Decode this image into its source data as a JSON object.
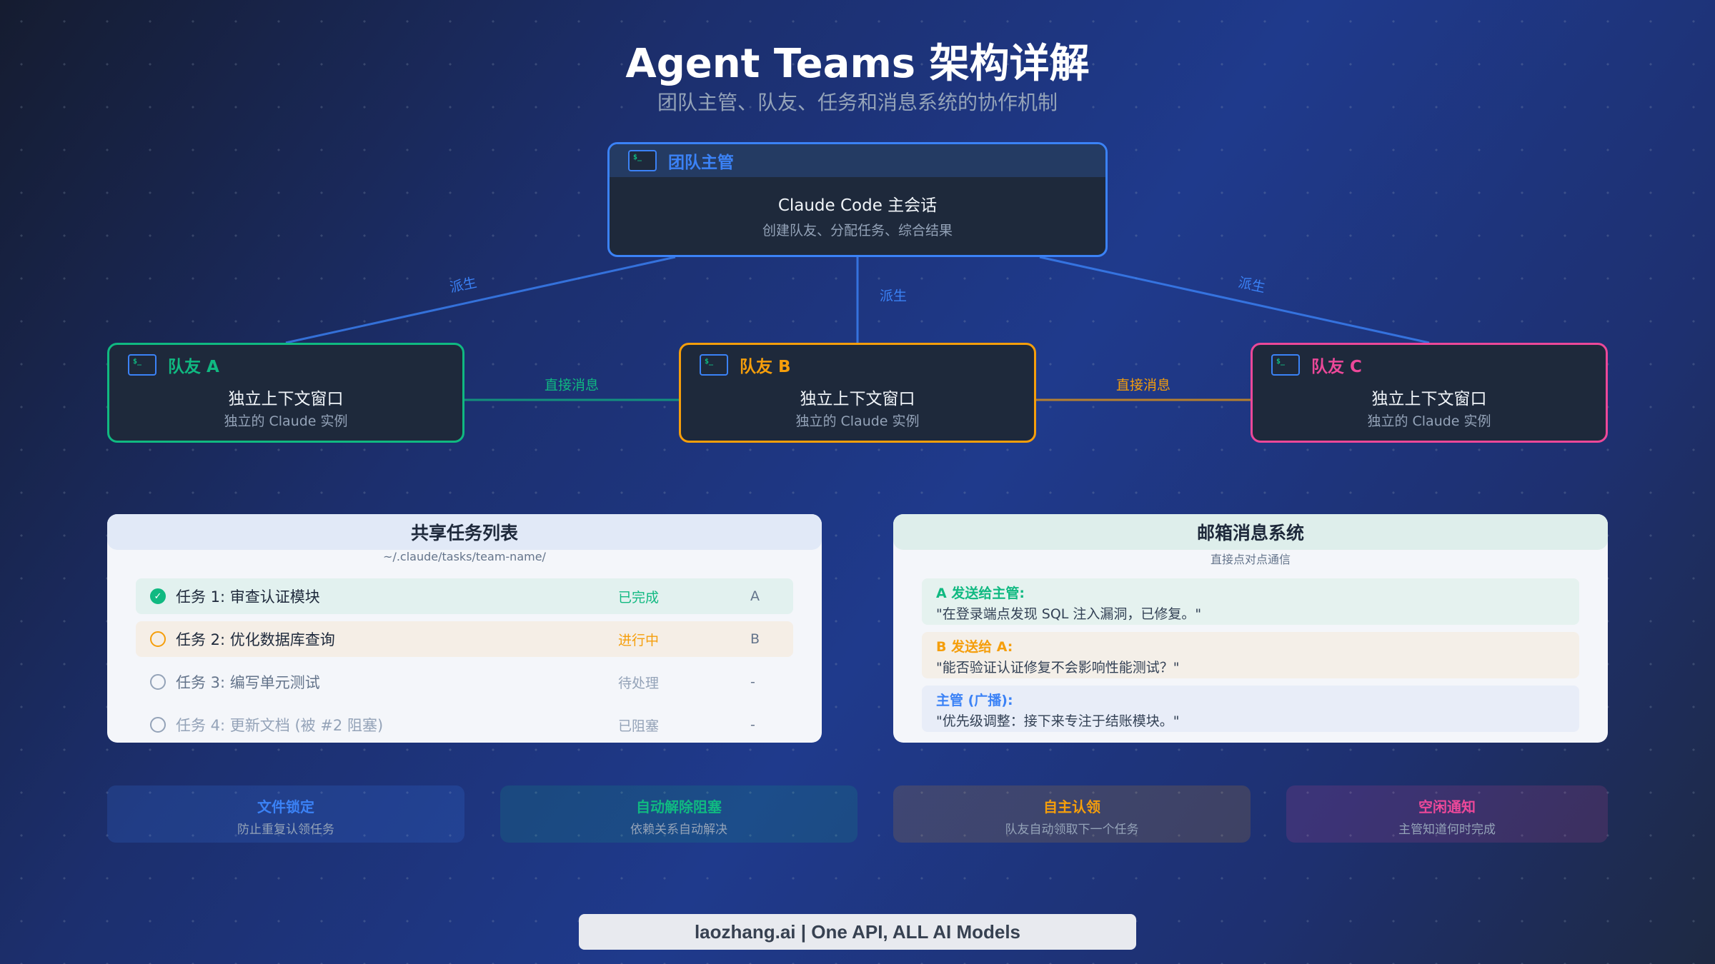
{
  "header": {
    "title": "Agent Teams 架构详解",
    "subtitle": "团队主管、队友、任务和消息系统的协作机制"
  },
  "lead": {
    "label": "团队主管",
    "title": "Claude Code 主会话",
    "desc": "创建队友、分配任务、综合结果",
    "color": "#3b82f6"
  },
  "edges": {
    "spawn": "派生",
    "direct": "直接消息"
  },
  "teammates": [
    {
      "label": "队友 A",
      "title": "独立上下文窗口",
      "desc": "独立的 Claude 实例",
      "color": "#10b981"
    },
    {
      "label": "队友 B",
      "title": "独立上下文窗口",
      "desc": "独立的 Claude 实例",
      "color": "#f59e0b"
    },
    {
      "label": "队友 C",
      "title": "独立上下文窗口",
      "desc": "独立的 Claude 实例",
      "color": "#ec4899"
    }
  ],
  "tasks": {
    "title": "共享任务列表",
    "path": "~/.claude/tasks/team-name/",
    "items": [
      {
        "name": "任务 1: 审查认证模块",
        "status": "已完成",
        "owner": "A",
        "state": "done"
      },
      {
        "name": "任务 2: 优化数据库查询",
        "status": "进行中",
        "owner": "B",
        "state": "progress"
      },
      {
        "name": "任务 3: 编写单元测试",
        "status": "待处理",
        "owner": "-",
        "state": "pending"
      },
      {
        "name": "任务 4: 更新文档 (被 #2 阻塞)",
        "status": "已阻塞",
        "owner": "-",
        "state": "blocked"
      }
    ]
  },
  "mailbox": {
    "title": "邮箱消息系统",
    "subtitle": "直接点对点通信",
    "messages": [
      {
        "from": "A 发送给主管:",
        "text": "\"在登录端点发现 SQL 注入漏洞，已修复。\""
      },
      {
        "from": "B 发送给 A:",
        "text": "\"能否验证认证修复不会影响性能测试？\""
      },
      {
        "from": "主管 (广播):",
        "text": "\"优先级调整：接下来专注于结账模块。\""
      }
    ]
  },
  "features": [
    {
      "title": "文件锁定",
      "desc": "防止重复认领任务",
      "color": "#3b82f6"
    },
    {
      "title": "自动解除阻塞",
      "desc": "依赖关系自动解决",
      "color": "#10b981"
    },
    {
      "title": "自主认领",
      "desc": "队友自动领取下一个任务",
      "color": "#f59e0b"
    },
    {
      "title": "空闲通知",
      "desc": "主管知道何时完成",
      "color": "#ec4899"
    }
  ],
  "footer": "laozhang.ai | One API, ALL AI Models"
}
